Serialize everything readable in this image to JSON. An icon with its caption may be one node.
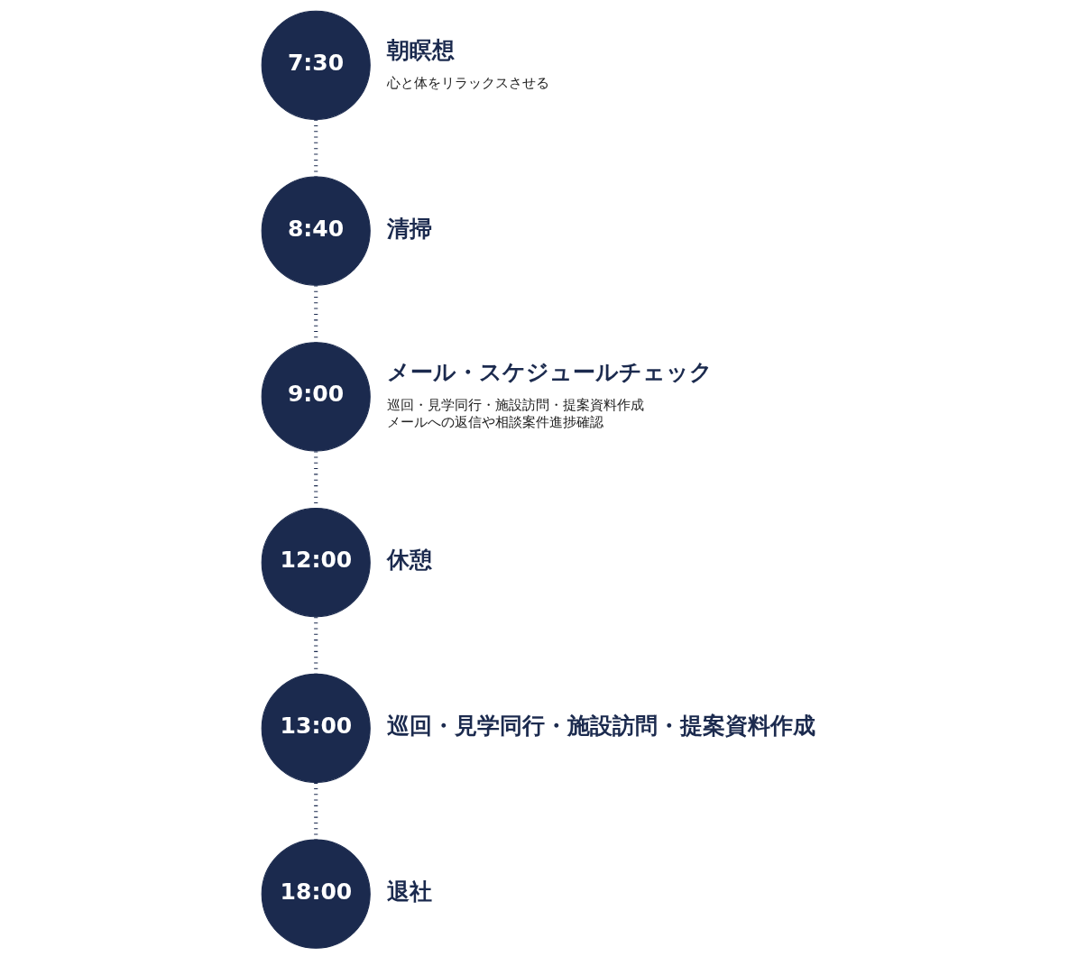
{
  "diagram": {
    "nodes": [
      {
        "text": [
          "7:30"
        ],
        "beside": [
          "朝瞑想",
          "心と体をリラックスさせる"
        ]
      },
      {
        "text": [
          "8:40"
        ],
        "beside": [
          "清掃"
        ]
      },
      {
        "text": [
          "9:00"
        ],
        "beside": [
          "メール・スケジュールチェック",
          "巡回・見学同行・施設訪問・提案資料作成",
          "メールへの返信や相談案件進捗確認"
        ]
      },
      {
        "text": [
          "12:00"
        ],
        "beside": [
          "休憩"
        ]
      },
      {
        "text": [
          "13:00"
        ],
        "beside": [
          "巡回・見学同行・施設訪問・提案資料作成"
        ]
      },
      {
        "text": [
          "18:00"
        ],
        "beside": [
          "退社"
        ]
      }
    ],
    "edges": [
      {
        "from": 0,
        "to": 1,
        "arrow": "none"
      },
      {
        "from": 1,
        "to": 2,
        "arrow": "none"
      },
      {
        "from": 2,
        "to": 3,
        "arrow": "none"
      },
      {
        "from": 3,
        "to": 4,
        "arrow": "none"
      },
      {
        "from": 4,
        "to": 5,
        "arrow": "none"
      }
    ]
  }
}
